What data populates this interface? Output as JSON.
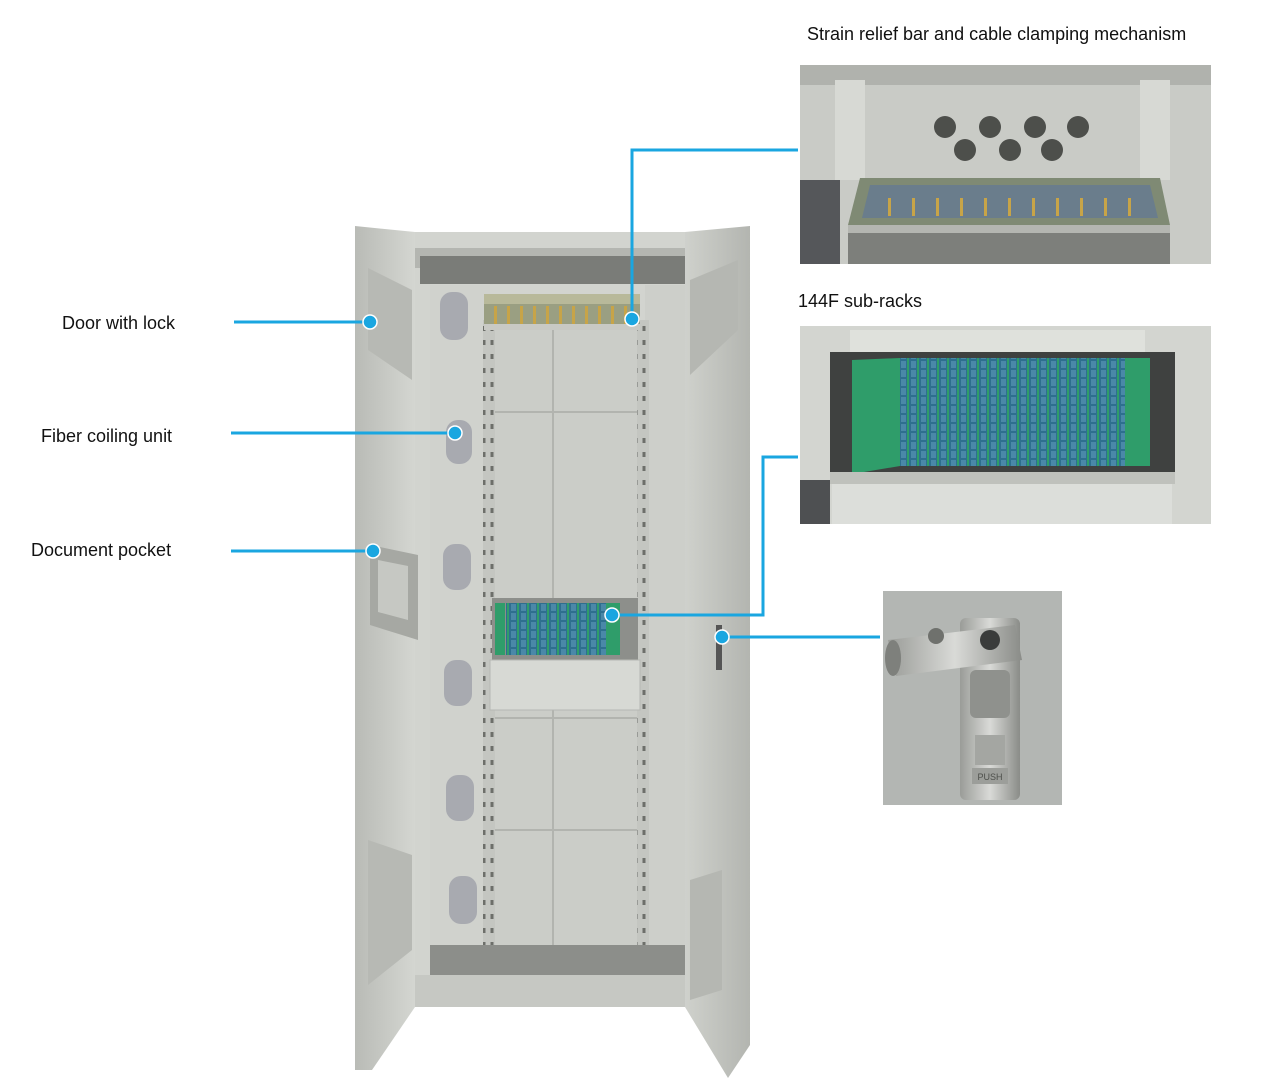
{
  "callouts": {
    "door": "Door with lock",
    "coiling": "Fiber coiling unit",
    "document": "Document pocket",
    "strain": "Strain relief bar and cable clamping mechanism",
    "subracks": "144F sub-racks"
  },
  "lock_push_label": "PUSH",
  "colors": {
    "leader": "#1aa6e0",
    "cabinet": "#c9cbc6",
    "adapter_green": "#2f9d6a"
  }
}
